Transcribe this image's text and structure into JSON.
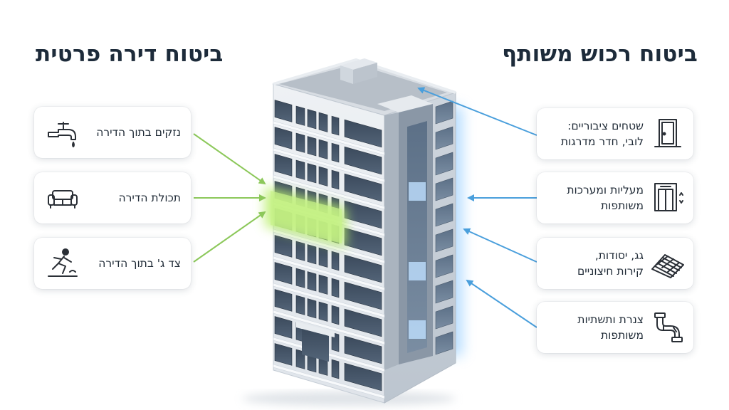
{
  "titles": {
    "left": "ביטוח דירה פרטית",
    "right": "ביטוח רכוש משותף"
  },
  "colors": {
    "private": "#8cc85a",
    "shared": "#4a9fdc",
    "text": "#1f2a36"
  },
  "private_items": [
    {
      "label": "נזקים בתוך הדירה",
      "icon": "faucet-icon"
    },
    {
      "label": "תכולת הדירה",
      "icon": "sofa-icon"
    },
    {
      "label": "צד ג' בתוך הדירה",
      "icon": "slip-fall-icon"
    }
  ],
  "shared_items": [
    {
      "label": "שטחים ציבוריים:\nלובי, חדר מדרגות",
      "icon": "door-icon"
    },
    {
      "label": "מעליות ומערכות\nמשותפות",
      "icon": "elevator-icon"
    },
    {
      "label": "גג, יסודות,\nקירות חיצוניים",
      "icon": "roof-icon"
    },
    {
      "label": "צנרת ותשתיות\nמשותפות",
      "icon": "pipe-icon"
    }
  ]
}
